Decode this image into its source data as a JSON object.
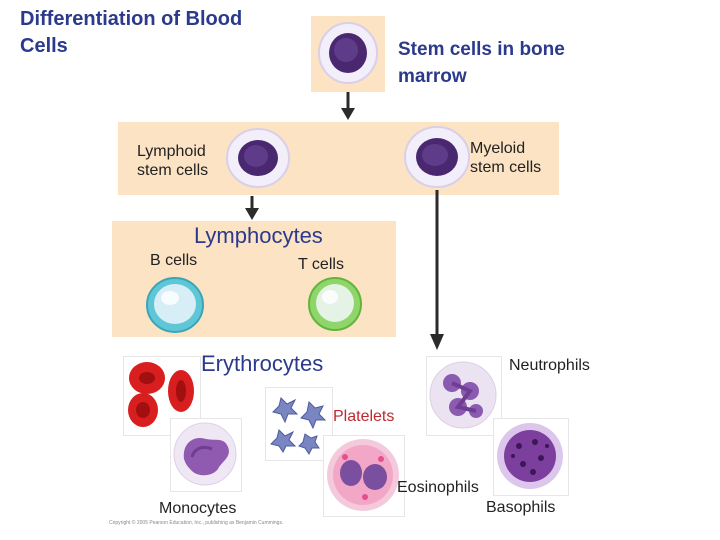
{
  "title": "Differentiation of Blood Cells",
  "stem": "Stem cells in bone marrow",
  "lymphoid": "Lymphoid stem cells",
  "myeloid": "Myeloid stem cells",
  "lymphocytes": "Lymphocytes",
  "b_cells": "B cells",
  "t_cells": "T cells",
  "erythrocytes": "Erythrocytes",
  "neutrophils": "Neutrophils",
  "platelets": "Platelets",
  "eosinophils": "Eosinophils",
  "basophils": "Basophils",
  "monocytes": "Monocytes",
  "copyright": "Copyright © 2005 Pearson Education, Inc., publishing as Benjamin Cummings."
}
